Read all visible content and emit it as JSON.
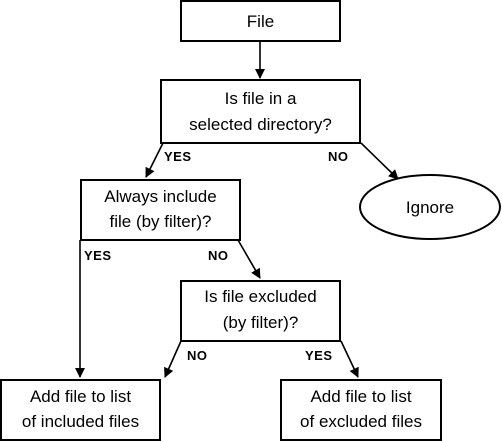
{
  "nodes": {
    "file": {
      "text": "File"
    },
    "in_selected_dir": {
      "line1": "Is file in a",
      "line2": "selected directory?"
    },
    "ignore": {
      "text": "Ignore"
    },
    "always_include": {
      "line1": "Always include",
      "line2": "file (by filter)?"
    },
    "is_excluded": {
      "line1": "Is file excluded",
      "line2": "(by filter)?"
    },
    "add_included": {
      "line1": "Add file to list",
      "line2": "of included files"
    },
    "add_excluded": {
      "line1": "Add file to list",
      "line2": "of excluded files"
    }
  },
  "edge_labels": {
    "selected_yes": "YES",
    "selected_no": "NO",
    "include_yes": "YES",
    "include_no": "NO",
    "excluded_no": "NO",
    "excluded_yes": "YES"
  }
}
